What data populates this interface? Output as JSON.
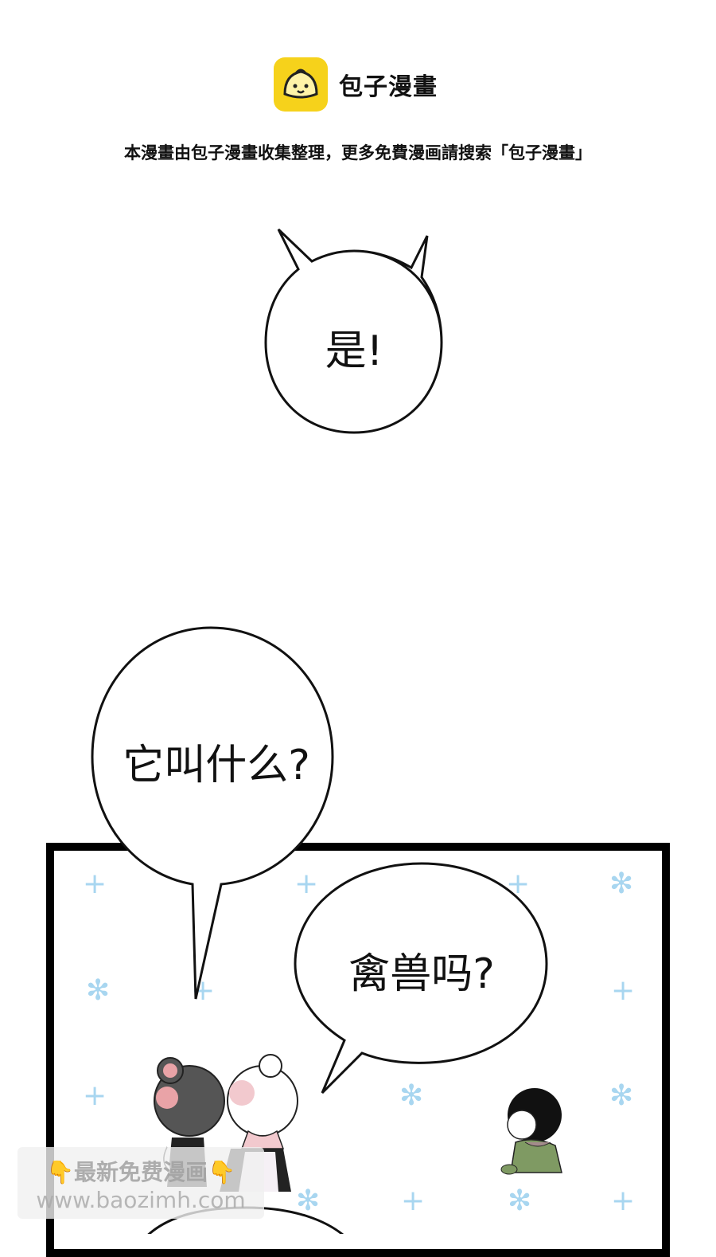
{
  "header": {
    "logo_text": "包子漫畫",
    "notice": "本漫畫由包子漫畫收集整理，更多免費漫画請搜索「包子漫畫」"
  },
  "bubbles": {
    "shout": "是!",
    "question_name": "它叫什么?",
    "question_beast": "禽兽吗?"
  },
  "watermark": {
    "line1": "最新免费漫画",
    "line2": "www.baozimh.com",
    "hand_left": "👇",
    "hand_right": "👇"
  },
  "colors": {
    "logo_yellow": "#f6d21b",
    "sparkle_blue": "#a8d6f0",
    "panel_border": "#000000"
  }
}
